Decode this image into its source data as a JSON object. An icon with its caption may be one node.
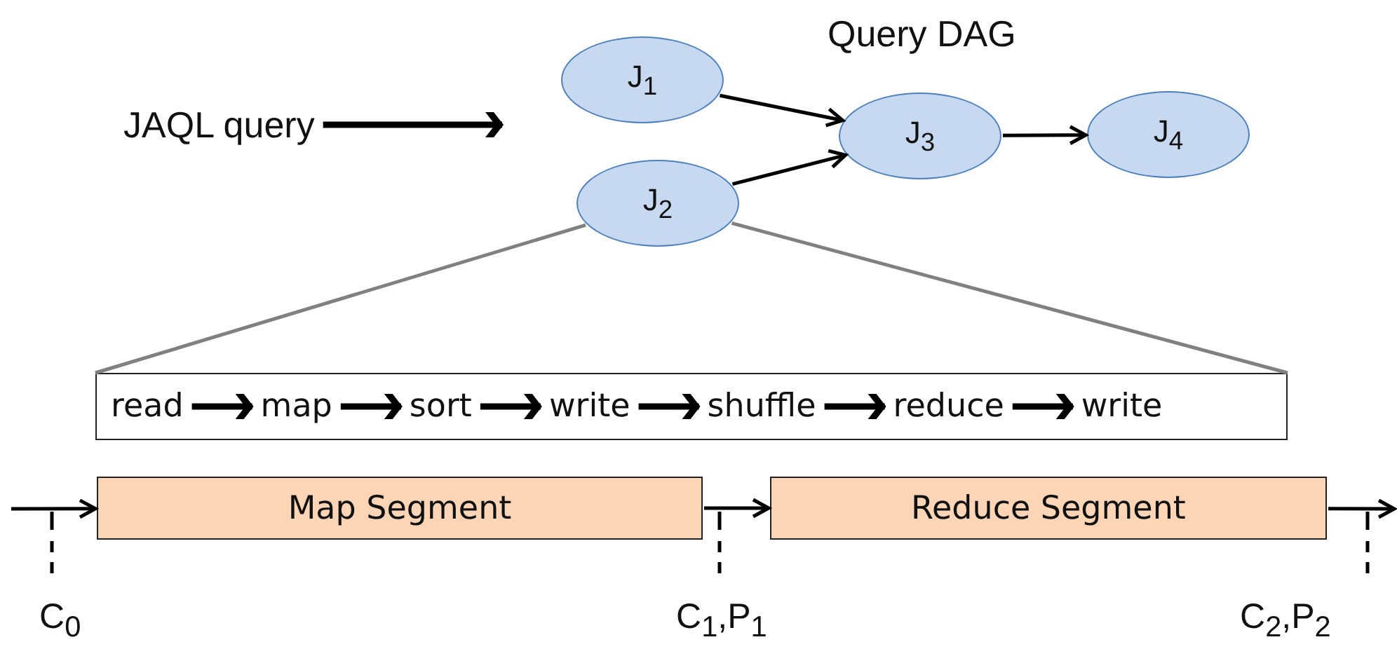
{
  "diagram": {
    "nodes": [
      {
        "text": [
          "JAQL query"
        ]
      },
      {
        "text": [
          "J$_{1}$"
        ]
      },
      {
        "text": [
          "J$_{2}$"
        ]
      },
      {
        "text": [
          "J$_{3}$"
        ]
      },
      {
        "text": [
          "J$_{4}$"
        ]
      },
      {
        "text": [],
        "shape": "box"
      },
      {
        "text": [
          "read"
        ],
        "in": 5
      },
      {
        "text": [
          "map"
        ],
        "in": 5
      },
      {
        "text": [
          "sort"
        ],
        "in": 5
      },
      {
        "text": [
          "write"
        ],
        "in": 5
      },
      {
        "text": [
          "shuffle"
        ],
        "in": 5
      },
      {
        "text": [
          "reduce"
        ],
        "in": 5
      },
      {
        "text": [
          "write"
        ],
        "in": 5
      },
      {
        "text": [
          "Map Segment"
        ]
      },
      {
        "text": [
          "Reduce Segment"
        ]
      }
    ],
    "edges": [
      {
        "from": 0,
        "to": null,
        "arrow": "to",
        "style": "thick"
      },
      {
        "from": 1,
        "to": 3,
        "arrow": "to"
      },
      {
        "from": 2,
        "to": 3,
        "arrow": "to"
      },
      {
        "from": 3,
        "to": 4,
        "arrow": "to"
      },
      {
        "from": 2,
        "to": 5,
        "arrow": "none",
        "color": "#808080"
      },
      {
        "from": 2,
        "to": 5,
        "arrow": "none",
        "color": "#808080"
      },
      {
        "from": 6,
        "to": 7,
        "arrow": "to",
        "style": "thick"
      },
      {
        "from": 7,
        "to": 8,
        "arrow": "to",
        "style": "thick"
      },
      {
        "from": 8,
        "to": 9,
        "arrow": "to",
        "style": "thick"
      },
      {
        "from": 9,
        "to": 10,
        "arrow": "to",
        "style": "thick"
      },
      {
        "from": 10,
        "to": 11,
        "arrow": "to",
        "style": "thick"
      },
      {
        "from": 11,
        "to": 12,
        "arrow": "to",
        "style": "thick"
      },
      {
        "from": null,
        "to": 13,
        "arrow": "to"
      },
      {
        "from": 13,
        "to": 14,
        "arrow": "to"
      },
      {
        "from": 14,
        "to": null,
        "arrow": "to"
      }
    ],
    "labels": [
      "Query DAG",
      "C$_{0}$",
      "C$_{1}$,P$_{1}$",
      "C$_{2}$,P$_{2}$"
    ]
  }
}
